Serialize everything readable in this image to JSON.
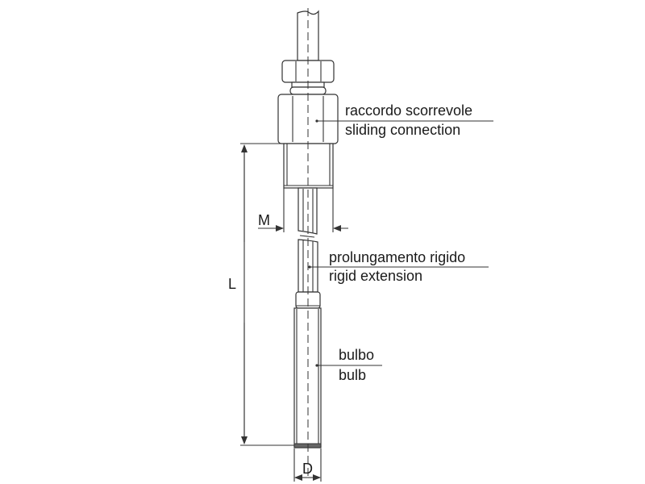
{
  "labels": {
    "connection_it": "raccordo scorrevole",
    "connection_en": "sliding connection",
    "extension_it": "prolungamento rigido",
    "extension_en": "rigid extension",
    "bulb_it": "bulbo",
    "bulb_en": "bulb"
  },
  "dimensions": {
    "length": "L",
    "thread": "M",
    "diameter": "D"
  }
}
